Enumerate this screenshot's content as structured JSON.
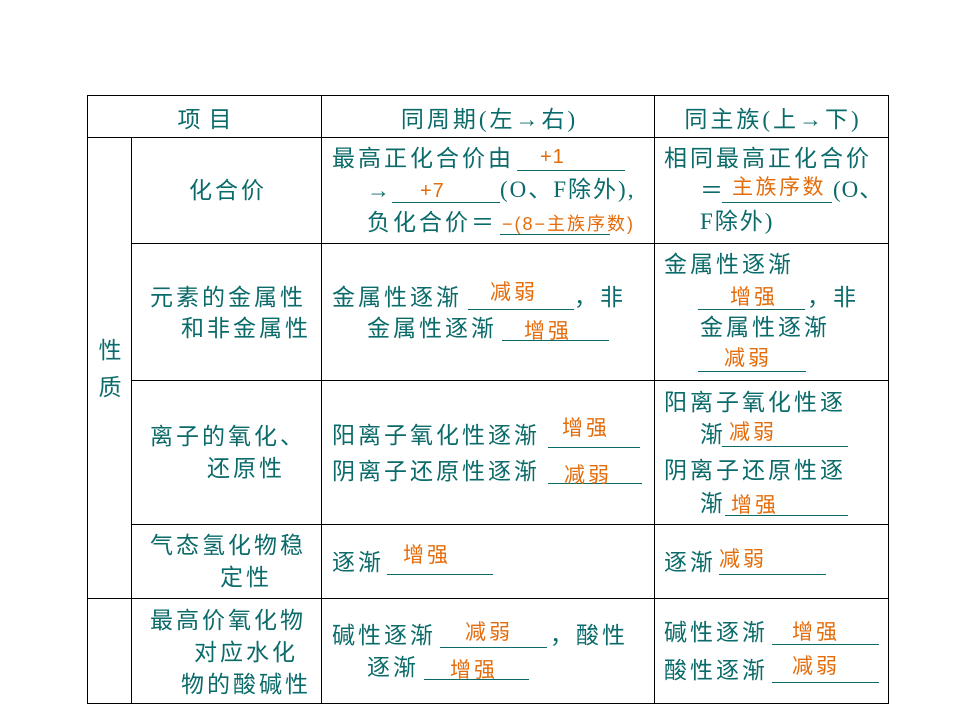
{
  "colors": {
    "text": "#0b6a6a",
    "answer": "#e46c0a",
    "border": "#000000",
    "background": "#ffffff"
  },
  "header": {
    "item": "项目",
    "period": "同周期(左→右)",
    "group": "同主族(上→下)"
  },
  "side_label": "性质",
  "rows": [
    {
      "item": [
        "化合价"
      ],
      "period": {
        "t1": "最高正化合价由",
        "a1": "+1",
        "t2": "→",
        "a2": "+7",
        "t2b": "(O、F除外),",
        "t3": "负化合价＝",
        "a3": "−(8−主族序数)"
      },
      "group": {
        "t1": "相同最高正化合价",
        "t2": "＝",
        "a1": "主族序数",
        "t2b": "(O、",
        "t3": "F除外)"
      }
    },
    {
      "item": [
        "元素的金属性",
        "和非金属性"
      ],
      "period": {
        "t1": "金属性逐渐",
        "a1": "减弱",
        "t1b": "，非",
        "t2": "金属性逐渐",
        "a2": "增强"
      },
      "group": {
        "t1": "金属性逐渐",
        "a1": "增强",
        "t2b": "，非",
        "t3": "金属性逐渐",
        "a2": "减弱"
      }
    },
    {
      "item": [
        "离子的氧化、",
        "还原性"
      ],
      "period": {
        "t1": "阳离子氧化性逐渐",
        "a1": "增强",
        "t2": "阴离子还原性逐渐",
        "a2": "减弱"
      },
      "group": {
        "t1": "阳离子氧化性逐",
        "t2": "渐",
        "a1": "减弱",
        "t3": "阴离子还原性逐",
        "t4": "渐",
        "a2": "增强"
      }
    },
    {
      "item": [
        "气态氢化物稳",
        "定性"
      ],
      "period": {
        "t1": "逐渐",
        "a1": "增强"
      },
      "group": {
        "t1": "逐渐",
        "a1": "减弱"
      }
    },
    {
      "item": [
        "最高价氧化物",
        "对应水化",
        "物的酸碱性"
      ],
      "period": {
        "t1": "碱性逐渐",
        "a1": "减弱",
        "t1b": "，酸性",
        "t2": "逐渐",
        "a2": "增强"
      },
      "group": {
        "t1": "碱性逐渐",
        "a1": "增强",
        "t2": "酸性逐渐",
        "a2": "减弱"
      }
    }
  ]
}
